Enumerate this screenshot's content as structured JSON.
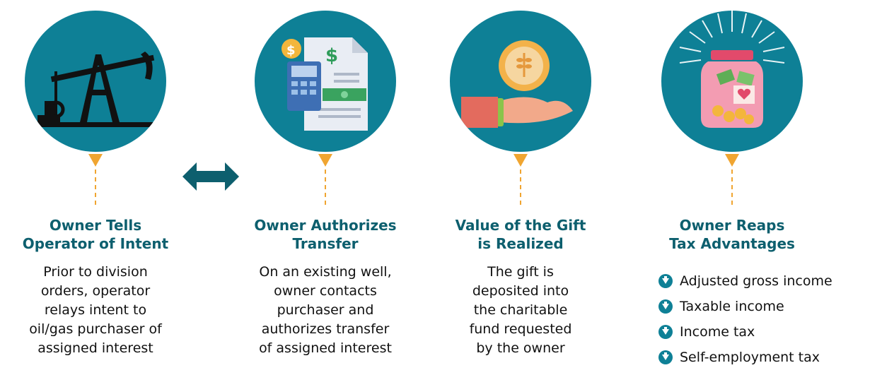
{
  "steps": [
    {
      "title_line1": "Owner Tells",
      "title_line2": "Operator of Intent",
      "desc": [
        "Prior to division",
        "orders, operator",
        "relays intent to",
        "oil/gas purchaser of",
        "assigned interest"
      ],
      "icon": "oil-pumpjack-icon"
    },
    {
      "title_line1": "Owner Authorizes",
      "title_line2": "Transfer",
      "desc": [
        "On an existing well,",
        "owner contacts",
        "purchaser and",
        "authorizes transfer",
        "of assigned interest"
      ],
      "icon": "calculator-invoice-icon"
    },
    {
      "title_line1": "Value of the Gift",
      "title_line2": "is Realized",
      "desc": [
        "The gift is",
        "deposited into",
        "the charitable",
        "fund requested",
        "by the owner"
      ],
      "icon": "hand-coin-icon"
    },
    {
      "title_line1": "Owner Reaps",
      "title_line2": "Tax Advantages",
      "advantages": [
        "Adjusted gross income",
        "Taxable income",
        "Income tax",
        "Self-employment tax"
      ],
      "icon": "money-jar-icon"
    }
  ],
  "colors": {
    "circle": "#0e8096",
    "title": "#0d5f6e",
    "connector": "#f0a531",
    "double_arrow": "#0d5f6e"
  }
}
